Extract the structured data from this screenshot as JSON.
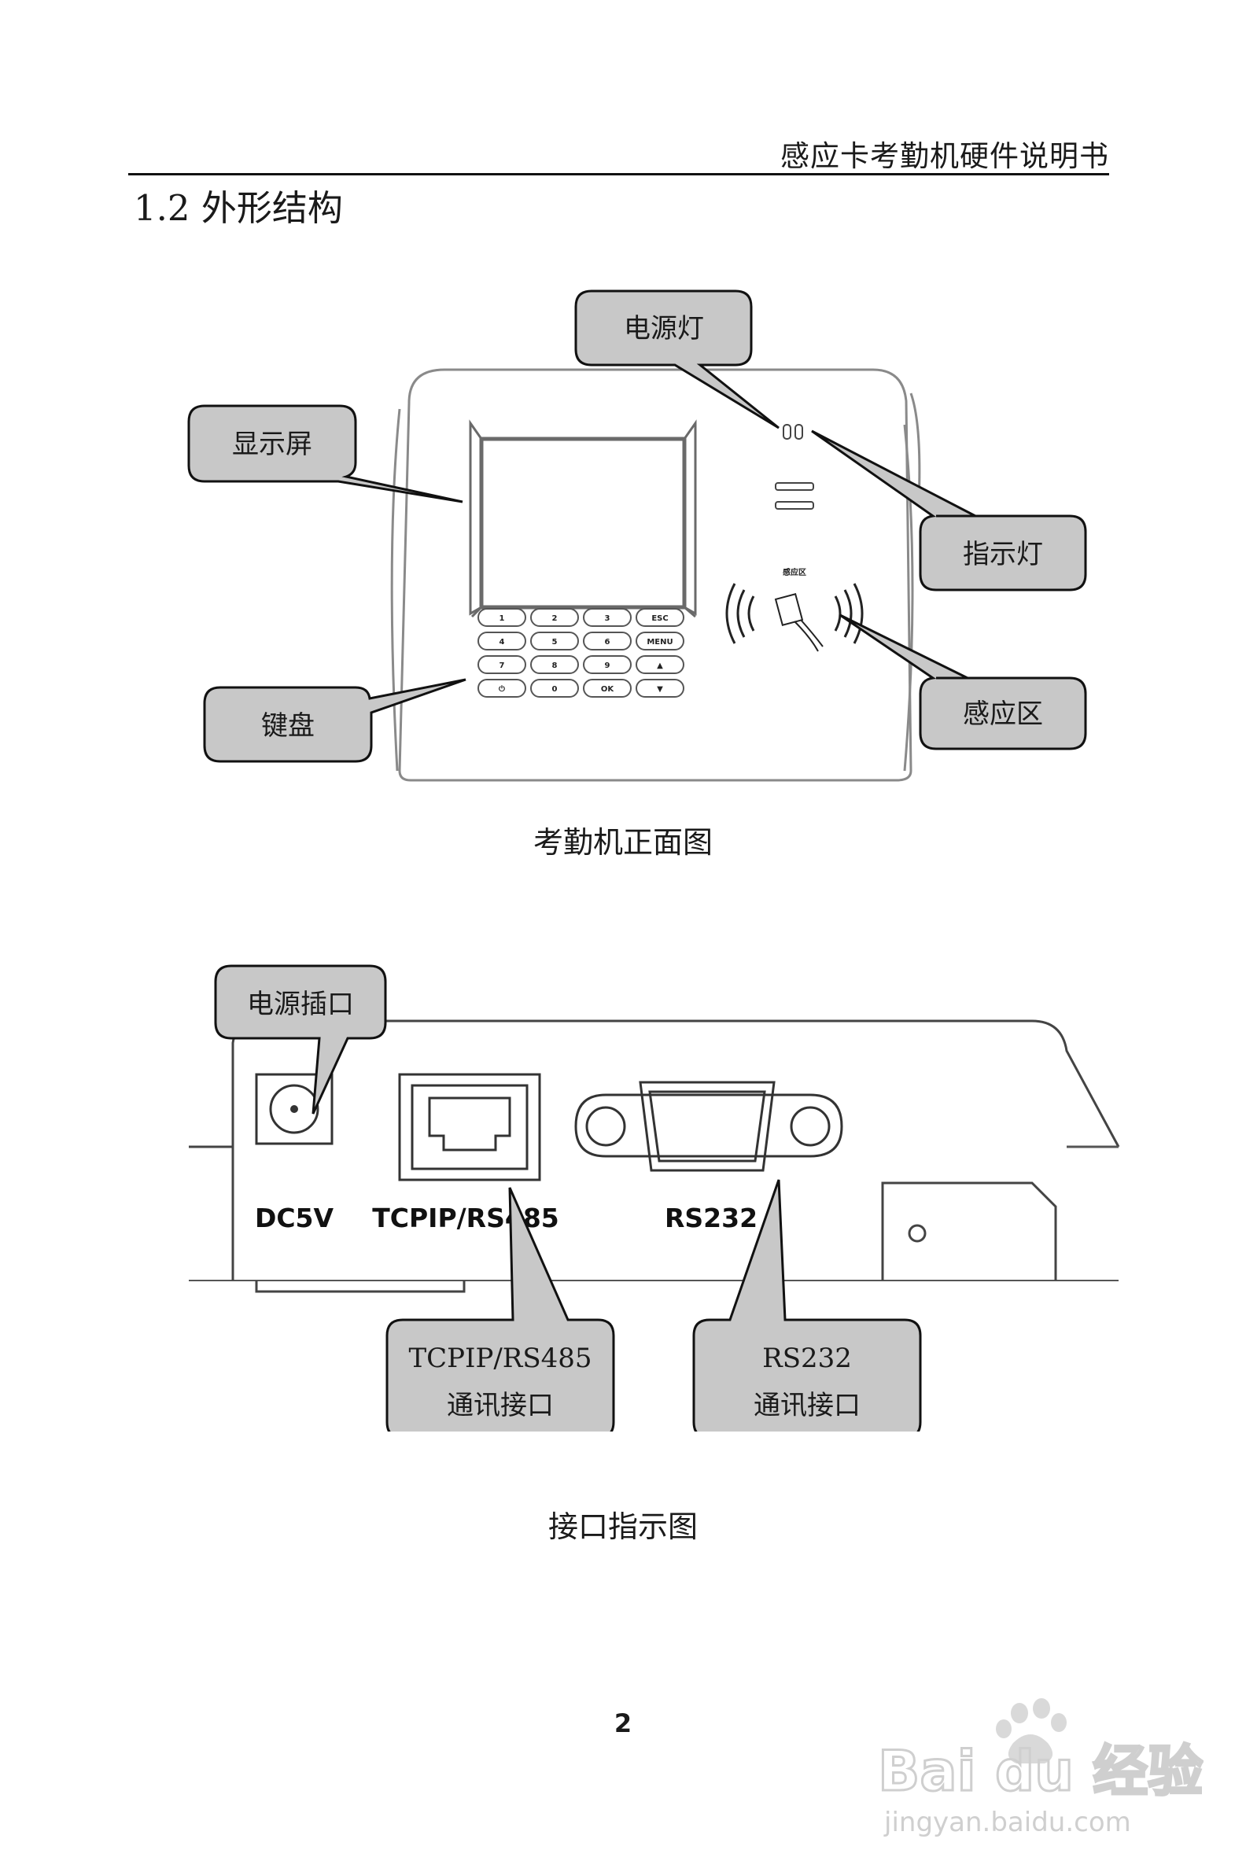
{
  "header": {
    "title": "感应卡考勤机硬件说明书"
  },
  "section": {
    "title": "1.2 外形结构"
  },
  "front_view": {
    "caption": "考勤机正面图",
    "callouts": {
      "power_light": "电源灯",
      "display": "显示屏",
      "indicator": "指示灯",
      "keypad": "键盘",
      "sensing_area": "感应区"
    },
    "sensing_label_on_device": "感应区",
    "keypad_keys": [
      [
        "1",
        "2",
        "3",
        "ESC"
      ],
      [
        "4",
        "5",
        "6",
        "MENU"
      ],
      [
        "7",
        "8",
        "9",
        "▲"
      ],
      [
        "⏻",
        "0",
        "OK",
        "▼"
      ]
    ]
  },
  "interface_view": {
    "caption": "接口指示图",
    "callouts": {
      "power_jack": "电源插口",
      "tcpip_line1": "TCPIP/RS485",
      "tcpip_line2": "通讯接口",
      "rs232_line1": "RS232",
      "rs232_line2": "通讯接口"
    },
    "port_labels": {
      "dc": "DC5V",
      "tcpip": "TCPIP/RS485",
      "rs232": "RS232"
    }
  },
  "page_number": "2",
  "watermark": {
    "brand": "Bai du 经验",
    "url": "jingyan.baidu.com"
  }
}
